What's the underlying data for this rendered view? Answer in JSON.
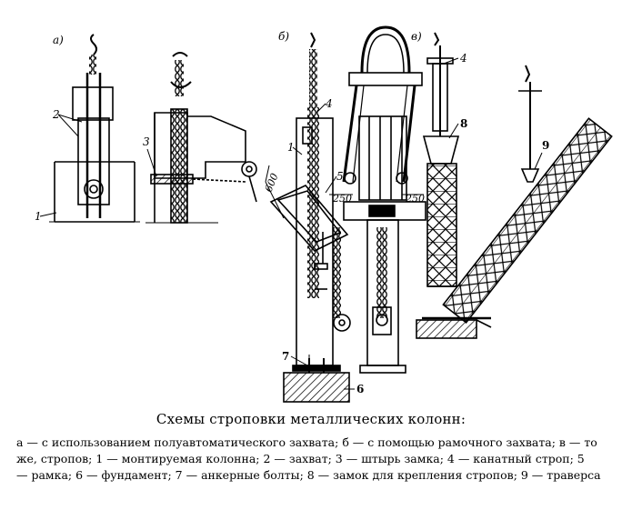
{
  "labels": {
    "panel_a": "а)",
    "panel_b": "б)",
    "panel_v": "в)",
    "a_1": "1",
    "a_2": "2",
    "a_3": "3",
    "b_1": "1",
    "b_4": "4",
    "b_5": "5",
    "b_7": "7",
    "b_6": "6",
    "b_dim_600": "600",
    "b_dim_250_left": "250",
    "b_dim_250_right": "250",
    "v_4": "4",
    "v_8": "8",
    "v_9": "9"
  },
  "caption": {
    "title": "Схемы строповки металлических колонн:",
    "lines": [
      "а — с использованием полуавтоматического захвата; б — с помощью рамочного захвата; в — то",
      "же, стропов; 1 — монтируемая колонна; 2 — захват; 3 — штырь замка; 4 — канатный строп; 5",
      "— рамка; 6 — фундамент; 7 — анкерные болты; 8 — замок для крепления стропов; 9 — траверса"
    ]
  }
}
